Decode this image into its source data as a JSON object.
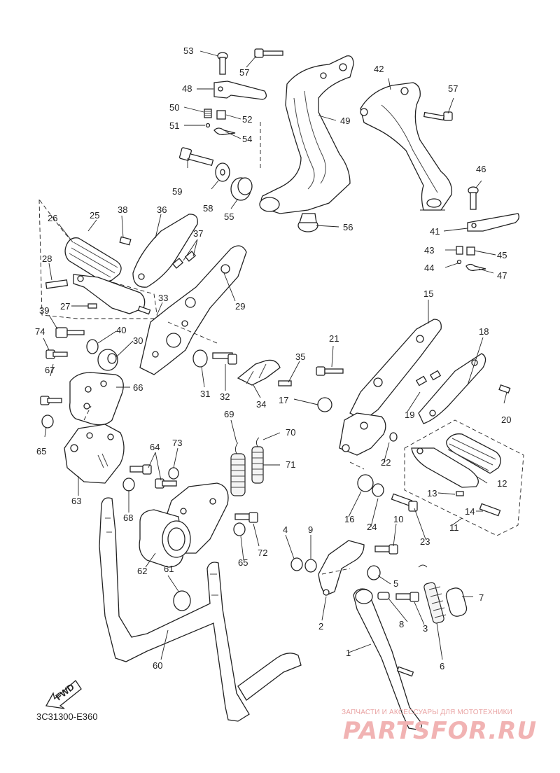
{
  "diagram_code": "3C31300-E360",
  "fwd_label": "FWD",
  "watermark": {
    "caption": "ЗАПЧАСТИ И АКСЕССУАРЫ ДЛЯ МОТОТЕХНИКИ",
    "logo": "PARTSFOR.RU"
  },
  "callouts": [
    {
      "id": "1",
      "text": "1"
    },
    {
      "id": "2",
      "text": "2"
    },
    {
      "id": "3",
      "text": "3"
    },
    {
      "id": "4",
      "text": "4"
    },
    {
      "id": "5",
      "text": "5"
    },
    {
      "id": "6",
      "text": "6"
    },
    {
      "id": "7",
      "text": "7"
    },
    {
      "id": "8",
      "text": "8"
    },
    {
      "id": "9",
      "text": "9"
    },
    {
      "id": "10",
      "text": "10"
    },
    {
      "id": "11",
      "text": "11"
    },
    {
      "id": "12",
      "text": "12"
    },
    {
      "id": "13",
      "text": "13"
    },
    {
      "id": "14",
      "text": "14"
    },
    {
      "id": "15",
      "text": "15"
    },
    {
      "id": "16",
      "text": "16"
    },
    {
      "id": "17",
      "text": "17"
    },
    {
      "id": "18",
      "text": "18"
    },
    {
      "id": "19",
      "text": "19"
    },
    {
      "id": "20",
      "text": "20"
    },
    {
      "id": "21",
      "text": "21"
    },
    {
      "id": "22",
      "text": "22"
    },
    {
      "id": "23",
      "text": "23"
    },
    {
      "id": "24",
      "text": "24"
    },
    {
      "id": "25",
      "text": "25"
    },
    {
      "id": "26",
      "text": "26"
    },
    {
      "id": "27",
      "text": "27"
    },
    {
      "id": "28",
      "text": "28"
    },
    {
      "id": "29",
      "text": "29"
    },
    {
      "id": "30",
      "text": "30"
    },
    {
      "id": "31",
      "text": "31"
    },
    {
      "id": "32",
      "text": "32"
    },
    {
      "id": "33",
      "text": "33"
    },
    {
      "id": "34",
      "text": "34"
    },
    {
      "id": "35",
      "text": "35"
    },
    {
      "id": "36",
      "text": "36"
    },
    {
      "id": "37",
      "text": "37"
    },
    {
      "id": "38",
      "text": "38"
    },
    {
      "id": "39",
      "text": "39"
    },
    {
      "id": "40",
      "text": "40"
    },
    {
      "id": "41",
      "text": "41"
    },
    {
      "id": "42",
      "text": "42"
    },
    {
      "id": "43",
      "text": "43"
    },
    {
      "id": "44",
      "text": "44"
    },
    {
      "id": "45",
      "text": "45"
    },
    {
      "id": "46",
      "text": "46"
    },
    {
      "id": "47",
      "text": "47"
    },
    {
      "id": "48",
      "text": "48"
    },
    {
      "id": "49",
      "text": "49"
    },
    {
      "id": "50",
      "text": "50"
    },
    {
      "id": "51",
      "text": "51"
    },
    {
      "id": "52",
      "text": "52"
    },
    {
      "id": "53",
      "text": "53"
    },
    {
      "id": "54",
      "text": "54"
    },
    {
      "id": "55",
      "text": "55"
    },
    {
      "id": "56",
      "text": "56"
    },
    {
      "id": "57a",
      "text": "57"
    },
    {
      "id": "57b",
      "text": "57"
    },
    {
      "id": "58",
      "text": "58"
    },
    {
      "id": "59",
      "text": "59"
    },
    {
      "id": "60",
      "text": "60"
    },
    {
      "id": "61",
      "text": "61"
    },
    {
      "id": "62",
      "text": "62"
    },
    {
      "id": "63",
      "text": "63"
    },
    {
      "id": "64",
      "text": "64"
    },
    {
      "id": "65a",
      "text": "65"
    },
    {
      "id": "65b",
      "text": "65"
    },
    {
      "id": "66",
      "text": "66"
    },
    {
      "id": "67",
      "text": "67"
    },
    {
      "id": "68",
      "text": "68"
    },
    {
      "id": "69",
      "text": "69"
    },
    {
      "id": "70",
      "text": "70"
    },
    {
      "id": "71",
      "text": "71"
    },
    {
      "id": "72",
      "text": "72"
    },
    {
      "id": "73",
      "text": "73"
    },
    {
      "id": "74",
      "text": "74"
    }
  ]
}
